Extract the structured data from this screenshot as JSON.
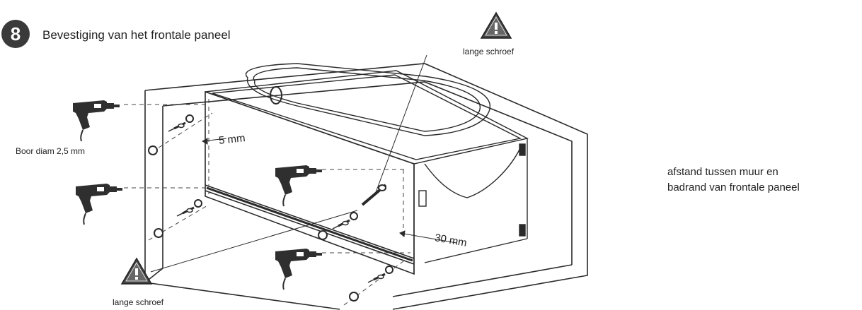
{
  "step": {
    "number": "8",
    "title": "Bevestiging van het frontale paneel"
  },
  "labels": {
    "long_screw_top": "lange schroef",
    "long_screw_bottom": "lange schroef",
    "drill_diameter": "Boor diam 2,5 mm",
    "gap_5mm": "5 mm",
    "gap_30mm": "30 mm"
  },
  "note": {
    "line1": "afstand tussen muur en",
    "line2": "badrand van frontale paneel"
  },
  "colors": {
    "line": "#2a2a2a",
    "badge": "#3a3a3a",
    "warning_fill": "#444444"
  },
  "icons": [
    "warning-triangle-icon",
    "drill-icon",
    "screw-icon",
    "wall-plug-icon"
  ]
}
